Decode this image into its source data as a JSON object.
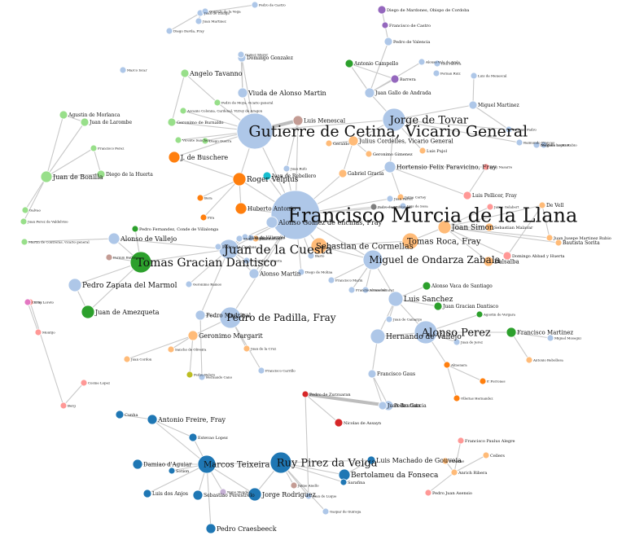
{
  "colors": {
    "lightblue": "#aec7e8",
    "darkblue": "#1f77b4",
    "green": "#2ca02c",
    "lightgreen": "#98df8a",
    "orange": "#ff7f0e",
    "lightorange": "#ffbb78",
    "pink": "#ff9896",
    "red": "#d62728",
    "purple": "#9467bd",
    "lightpurple": "#c5b0d5",
    "brown": "#8c564b",
    "lightbrown": "#c49c94",
    "gray": "#7f7f7f",
    "olive": "#bcbd22",
    "teal": "#17becf",
    "lightteal": "#9edae5",
    "magenta": "#e377c2"
  },
  "nodes": [
    {
      "id": "murcia",
      "label": "Francisco Murcia de la Llana",
      "color": "lightblue"
    },
    {
      "id": "cetina",
      "label": "Gutierre de Cetina, Vicario General",
      "color": "lightblue"
    },
    {
      "id": "tovar",
      "label": "Jorge de Tovar",
      "color": "lightblue"
    },
    {
      "id": "cuesta",
      "label": "Juan de la Cuesta",
      "color": "lightblue"
    },
    {
      "id": "dantisco",
      "label": "Tomas Gracian Dantisco",
      "color": "green"
    },
    {
      "id": "padilla",
      "label": "Pedro de Padilla, Fray",
      "color": "lightblue"
    },
    {
      "id": "perez",
      "label": "Alonso Perez",
      "color": "lightblue"
    },
    {
      "id": "veiga",
      "label": "Ruy Pirez da Veiga",
      "color": "darkblue"
    },
    {
      "id": "ondarza",
      "label": "Miguel de Ondarza Zabala",
      "color": "lightblue"
    },
    {
      "id": "cormellas",
      "label": "Sebastian de Cormellas",
      "color": "lightorange"
    },
    {
      "id": "roca",
      "label": "Tomas Roca, Fray",
      "color": "lightorange"
    },
    {
      "id": "simon",
      "label": "Joan Simon",
      "color": "lightorange"
    },
    {
      "id": "marmol",
      "label": "Pedro Zapata del Marmol",
      "color": "lightblue"
    },
    {
      "id": "amezqueta",
      "label": "Juan de Amezqueta",
      "color": "green"
    },
    {
      "id": "vallejo",
      "label": "Alonso de Vallejo",
      "color": "lightblue"
    },
    {
      "id": "velpius",
      "label": "Roger Velpius",
      "color": "orange"
    },
    {
      "id": "buschere",
      "label": "J. de Buschere",
      "color": "orange"
    },
    {
      "id": "tavanno",
      "label": "Angelo Tavanno",
      "color": "lightgreen"
    },
    {
      "id": "viuda",
      "label": "Viuda de Alonso Martin",
      "color": "lightblue"
    },
    {
      "id": "bonilla",
      "label": "Juan de Bonilla",
      "color": "lightgreen"
    },
    {
      "id": "sanchez",
      "label": "Luis Sanchez",
      "color": "lightblue"
    },
    {
      "id": "hvallejo",
      "label": "Hernando de Vallejo",
      "color": "lightblue"
    },
    {
      "id": "freire",
      "label": "Antonio Freire, Fray",
      "color": "darkblue"
    },
    {
      "id": "craesbeeck",
      "label": "Pedro Craesbeeck",
      "color": "darkblue"
    },
    {
      "id": "marcos",
      "label": "Marcos Teixeira",
      "color": "darkblue"
    },
    {
      "id": "rodriguez",
      "label": "Jorge Rodriguez",
      "color": "darkblue"
    },
    {
      "id": "bertolameu",
      "label": "Bertolameu da Fonseca",
      "color": "darkblue"
    },
    {
      "id": "machado",
      "label": "Luis Machado de Gouveia",
      "color": "darkblue"
    },
    {
      "id": "paravicino",
      "label": "Hortensio Felix Paravicino, Fray",
      "color": "lightblue"
    },
    {
      "id": "mendiola",
      "label": "Alonso Gomez de encinas, Fray",
      "color": "lightblue"
    },
    {
      "id": "margarit",
      "label": "Geronimo Margarit",
      "color": "lightorange"
    },
    {
      "id": "martin",
      "label": "Alonso Martin",
      "color": "lightblue"
    },
    {
      "id": "madrigal",
      "label": "Pedro Madrigal",
      "color": "lightblue"
    },
    {
      "id": "hubert",
      "label": "Huberto Antonio",
      "color": "orange"
    },
    {
      "id": "cordelles",
      "label": "Julius Cordelles, Vicario General",
      "color": "lightorange"
    },
    {
      "id": "mesnecal",
      "label": "Luis Menescal",
      "color": "lightbrown"
    },
    {
      "id": "gabriel",
      "label": "Gabriel Gracia",
      "color": "lightorange"
    },
    {
      "id": "vaca",
      "label": "Alonso Vaca de Santiago",
      "color": "green"
    },
    {
      "id": "jgd",
      "label": "Juan Gracian Dantisco",
      "color": "green"
    },
    {
      "id": "fmartinez",
      "label": "Francisco Martinez",
      "color": "green"
    },
    {
      "id": "pfrancia",
      "label": "Pedro Garcia",
      "color": "lightblue"
    },
    {
      "id": "gallo",
      "label": "Juan Gallo de Andrada",
      "color": "lightblue"
    },
    {
      "id": "mmartinez",
      "label": "Miguel Martinez",
      "color": "lightblue"
    },
    {
      "id": "nasarre",
      "label": "Fray Nasarre",
      "color": "pink"
    },
    {
      "id": "pellicer",
      "label": "Luis Pellicer, Fray",
      "color": "pink"
    },
    {
      "id": "pujol",
      "label": "Luis Pujol",
      "color": "lightorange"
    },
    {
      "id": "campello",
      "label": "Antonio Campello",
      "color": "green"
    },
    {
      "id": "barrera",
      "label": "Barrera",
      "color": "purple"
    },
    {
      "id": "castro",
      "label": "Francisco de Castro",
      "color": "purple"
    },
    {
      "id": "valencia",
      "label": "Pedro de Valencia",
      "color": "lightblue"
    },
    {
      "id": "mardones",
      "label": "Diego de Mardones, Obispo de Cordoba",
      "color": "purple"
    },
    {
      "id": "gonzalez",
      "label": "Domingo Gonzalez",
      "color": "lightblue"
    },
    {
      "id": "zuniga",
      "label": "Juan de Zuniga",
      "color": "lightblue"
    },
    {
      "id": "larombe",
      "label": "Juan de Larombe",
      "color": "lightgreen"
    },
    {
      "id": "morlanca",
      "label": "Agustin de Morlanca",
      "color": "lightgreen"
    },
    {
      "id": "huerta",
      "label": "Diego de la Huerta",
      "color": "lightgreen"
    },
    {
      "id": "zurzuaran",
      "label": "Pedro de Zurzuaran",
      "color": "red"
    },
    {
      "id": "assayn",
      "label": "Nicolas de Assayn",
      "color": "red"
    },
    {
      "id": "loreto",
      "label": "Fray Loreto",
      "color": "pink"
    },
    {
      "id": "berg",
      "label": "Berg",
      "color": "pink"
    },
    {
      "id": "cosmo",
      "label": "Cosme Lopez",
      "color": "pink"
    },
    {
      "id": "anjos",
      "label": "Luis dos Anjos",
      "color": "darkblue"
    },
    {
      "id": "perestrelo",
      "label": "Sebastiao Perestrelo",
      "color": "darkblue"
    },
    {
      "id": "lopez",
      "label": "Estevao Lopez",
      "color": "darkblue"
    },
    {
      "id": "sotion",
      "label": "Sotion",
      "color": "darkblue"
    },
    {
      "id": "aguiar",
      "label": "Damiao d'Aguiar",
      "color": "darkblue"
    },
    {
      "id": "cunha",
      "label": "Cunha",
      "color": "darkblue"
    },
    {
      "id": "ribera",
      "label": "Anrich Ribera",
      "color": "lightorange"
    },
    {
      "id": "cellers",
      "label": "Cellers",
      "color": "lightorange"
    },
    {
      "id": "alegre",
      "label": "Francisco Paulus Alegre",
      "color": "pink"
    },
    {
      "id": "asensio",
      "label": "Pedro Juan Asensio",
      "color": "pink"
    },
    {
      "id": "bautista",
      "label": "Juan Bautista",
      "color": "lightblue"
    },
    {
      "id": "garcia2",
      "label": "Francisco Gaus",
      "color": "lightblue"
    },
    {
      "id": "vell",
      "label": "De Vell",
      "color": "lightorange"
    },
    {
      "id": "malavar",
      "label": "Sebastian Malavar",
      "color": "lightorange"
    },
    {
      "id": "rubio",
      "label": "Juan Jusepe Martinez Rubio",
      "color": "lightorange"
    },
    {
      "id": "sorita",
      "label": "Bautista Sorita",
      "color": "lightorange"
    },
    {
      "id": "huerta2",
      "label": "Domingo Abbad y Huerta",
      "color": "pink"
    },
    {
      "id": "dalsalba",
      "label": "Dalsalba",
      "color": "lightorange"
    },
    {
      "id": "gimenez",
      "label": "Geronimo Gimenez",
      "color": "lightorange"
    },
    {
      "id": "geraldo",
      "label": "Geraldo",
      "color": "lightorange"
    },
    {
      "id": "villarroel",
      "label": "Juan de Villarroel",
      "color": "lightblue"
    },
    {
      "id": "corbes",
      "label": "Pedro de Corbes",
      "color": "lightblue"
    },
    {
      "id": "sarafina",
      "label": "Sarafina",
      "color": "darkblue"
    },
    {
      "id": "rebellero",
      "label": "Juan de Rebellero",
      "color": "teal"
    },
    {
      "id": "ramos",
      "label": "Geronimo Ramos",
      "color": "lightblue"
    },
    {
      "id": "mayor",
      "label": "Gomez Mayor",
      "color": "lightblue"
    },
    {
      "id": "burnaldo",
      "label": "Geronimo de Burnaldo",
      "color": "lightgreen"
    },
    {
      "id": "mendoza",
      "label": "Ascanio Colonna, Cardenal, Virrey de Aragon",
      "color": "lightgreen"
    },
    {
      "id": "moya",
      "label": "Pedro de Moya, vicario general",
      "color": "lightgreen"
    },
    {
      "id": "bonifacio",
      "label": "Gonzalo de la Vega",
      "color": "lightblue"
    },
    {
      "id": "martinezjuan",
      "label": "Juan Martinez",
      "color": "lightblue"
    },
    {
      "id": "davila",
      "label": "Diego Davila, Fray",
      "color": "lightblue"
    },
    {
      "id": "castelo",
      "label": "Pedro de Castro",
      "color": "lightblue"
    },
    {
      "id": "camargo",
      "label": "Juan de Camargo",
      "color": "lightblue"
    },
    {
      "id": "jerez",
      "label": "Juan de Jerez",
      "color": "lightblue"
    },
    {
      "id": "almenara",
      "label": "Almenara",
      "color": "orange"
    },
    {
      "id": "porras",
      "label": "P. Porrones",
      "color": "orange"
    },
    {
      "id": "hernanello",
      "label": "Ollerias Hernandez",
      "color": "orange"
    },
    {
      "id": "agostin",
      "label": "Agostin de Vergara",
      "color": "green"
    },
    {
      "id": "mosegui",
      "label": "Miguel Mosegui",
      "color": "lightblue"
    },
    {
      "id": "rebollosa",
      "label": "Antonio Rebollosa",
      "color": "lightorange"
    },
    {
      "id": "vale",
      "label": "Alonso Vale de Ayala",
      "color": "lightblue"
    },
    {
      "id": "cerezo",
      "label": "Jaime Cortey",
      "color": "lightorange"
    },
    {
      "id": "abonez",
      "label": "Alonso Alvarez",
      "color": "lightblue"
    },
    {
      "id": "bellero",
      "label": "Pedro Belero",
      "color": "olive"
    },
    {
      "id": "cruz",
      "label": "Juan de la Cruz",
      "color": "lightorange"
    },
    {
      "id": "oliveira",
      "label": "Sancho de Oliveira",
      "color": "lightorange"
    },
    {
      "id": "barahona",
      "label": "Juan Cordon",
      "color": "lightorange"
    },
    {
      "id": "galvao",
      "label": "Galvao",
      "color": "lightgreen"
    },
    {
      "id": "valdivieso",
      "label": "Juan Perez de Valdelviso",
      "color": "lightgreen"
    },
    {
      "id": "contreras",
      "label": "Martin de Contreras, vicario general",
      "color": "lightgreen"
    },
    {
      "id": "sorodero",
      "label": "Juan Ramirez",
      "color": "lightorange"
    },
    {
      "id": "villalonga",
      "label": "Pedro Fernandez, Conde de Villalonga",
      "color": "green"
    },
    {
      "id": "pedraza",
      "label": "Francisco Perez",
      "color": "lightgreen"
    },
    {
      "id": "fermin",
      "label": "Fermin Bailon",
      "color": "lightbrown"
    },
    {
      "id": "nuno",
      "label": "Nuno Mendes",
      "color": "lightpurple"
    },
    {
      "id": "vicente",
      "label": "Vicente Sanchez",
      "color": "lightgreen"
    },
    {
      "id": "huerto",
      "label": "Diego Guerra",
      "color": "lightgreen"
    },
    {
      "id": "pira",
      "label": "Pira",
      "color": "orange"
    },
    {
      "id": "bora",
      "label": "Bora",
      "color": "orange"
    },
    {
      "id": "mateo",
      "label": "Mateo Gonzalez",
      "color": "lightblue"
    },
    {
      "id": "guil",
      "label": "Guillermo Alvarez",
      "color": "lightblue"
    },
    {
      "id": "clemente",
      "label": "Jaime Gelabert",
      "color": "pink"
    },
    {
      "id": "vergel",
      "label": "Vergel",
      "color": "pink"
    },
    {
      "id": "tavernas",
      "label": "Tavernas",
      "color": "lightorange"
    },
    {
      "id": "melgar",
      "label": "Jaime Anello",
      "color": "lightbrown"
    },
    {
      "id": "luque",
      "label": "Juan de Luque",
      "color": "lightblue"
    },
    {
      "id": "quiroga",
      "label": "Gaspar de Quiroga",
      "color": "lightblue"
    },
    {
      "id": "rufo",
      "label": "Juan Rufo",
      "color": "lightblue"
    },
    {
      "id": "maldonado",
      "label": "Pedro de Maldonado",
      "color": "gray"
    },
    {
      "id": "pastor",
      "label": "Juan Pastor",
      "color": "lightblue"
    },
    {
      "id": "sosa",
      "label": "Luis de Sosa",
      "color": "lightblue"
    },
    {
      "id": "cuesta2",
      "label": "Pedro de la Cuesta",
      "color": "lightblue"
    },
    {
      "id": "molina",
      "label": "Diego de Molina",
      "color": "lightblue"
    },
    {
      "id": "marin",
      "label": "Francisco Marin",
      "color": "lightblue"
    },
    {
      "id": "sanchez2",
      "label": "Francisco Sanchez",
      "color": "lightblue"
    },
    {
      "id": "basto",
      "label": "Basto",
      "color": "lightblue"
    },
    {
      "id": "iota",
      "label": "Iota Fabrica",
      "color": "lightblue"
    },
    {
      "id": "menescal2",
      "label": "Luis de Menescal",
      "color": "lightblue"
    },
    {
      "id": "feroso",
      "label": "Fernan Ruiz",
      "color": "lightblue"
    },
    {
      "id": "padro",
      "label": "Antonio Padro",
      "color": "lightblue"
    },
    {
      "id": "raimundo",
      "label": "Raimundo Frances",
      "color": "lightblue"
    },
    {
      "id": "rios",
      "label": "Diego de los Rios",
      "color": "lightblue"
    },
    {
      "id": "neyla",
      "label": "Hernando Cano",
      "color": "lightblue"
    },
    {
      "id": "carrillo",
      "label": "Francisco Carrillo",
      "color": "lightblue"
    },
    {
      "id": "curtis",
      "label": "Curtis",
      "color": "magenta"
    },
    {
      "id": "montijo",
      "label": "Montijo",
      "color": "pink"
    },
    {
      "id": "isolated",
      "label": "Marco Iscar",
      "color": "lightblue"
    },
    {
      "id": "isolated2",
      "label": "Juan Lopez Rubio",
      "color": "lightblue"
    }
  ]
}
